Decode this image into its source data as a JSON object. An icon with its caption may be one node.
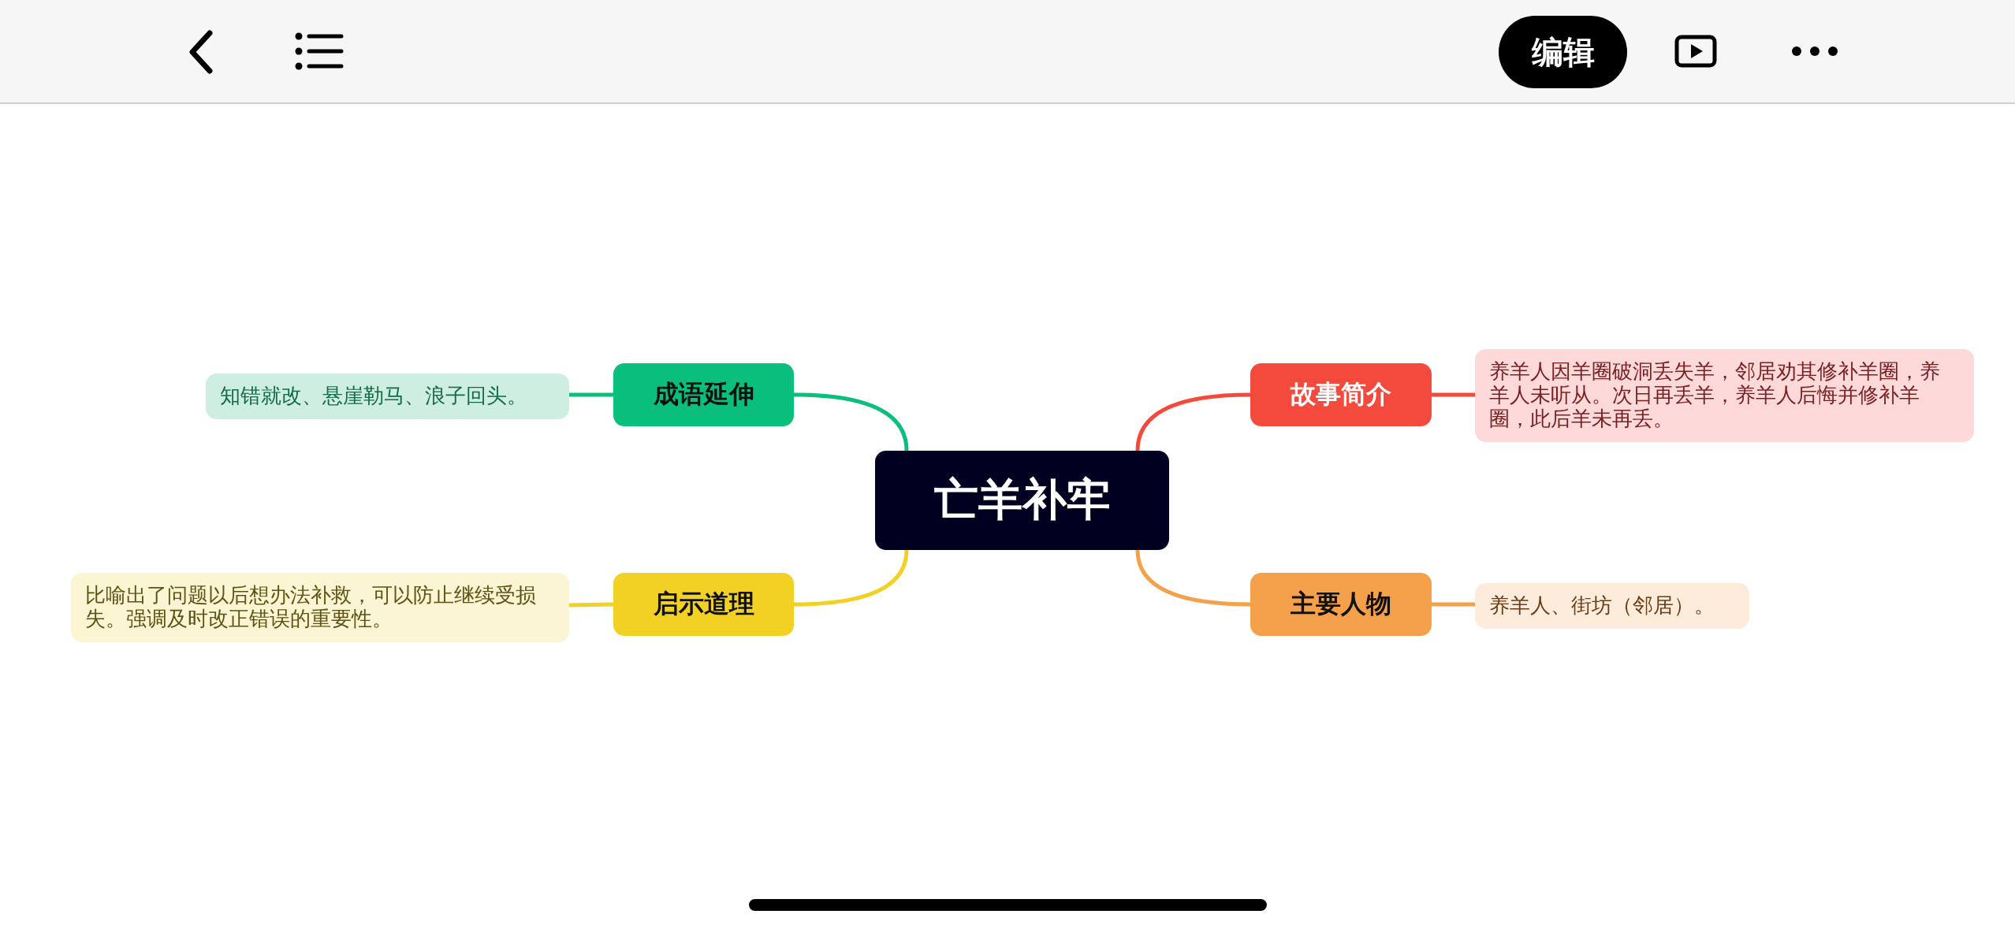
{
  "diagram": {
    "nodes": [
      {
        "text": [
          "亡羊补牢"
        ]
      },
      {
        "text": [
          "故事简介"
        ]
      },
      {
        "text": [
          "养羊人因羊圈破洞丢失羊，邻居劝其修补羊圈，养羊人未听从。次日再丢羊，养羊人后悔并修补羊圈，此后羊未再丢。"
        ]
      },
      {
        "text": [
          "主要人物"
        ]
      },
      {
        "text": [
          "养羊人、街坊（邻居）。"
        ]
      },
      {
        "text": [
          "成语延伸"
        ]
      },
      {
        "text": [
          "知错就改、悬崖勒马、浪子回头。"
        ]
      },
      {
        "text": [
          "启示道理"
        ]
      },
      {
        "text": [
          "比喻出了问题以后想办法补救，可以防止继续受损失。强调及时改正错误的重要性。"
        ]
      }
    ],
    "edges": [
      {
        "from": 0,
        "to": 1,
        "arrow": "none",
        "color": "#f44a3e"
      },
      {
        "from": 1,
        "to": 2,
        "arrow": "none",
        "color": "#f44a3e"
      },
      {
        "from": 0,
        "to": 3,
        "arrow": "none",
        "color": "#f5a04a"
      },
      {
        "from": 3,
        "to": 4,
        "arrow": "none",
        "color": "#f5a04a"
      },
      {
        "from": 0,
        "to": 5,
        "arrow": "none",
        "color": "#0abf7b"
      },
      {
        "from": 5,
        "to": 6,
        "arrow": "none",
        "color": "#0abf7b"
      },
      {
        "from": 0,
        "to": 7,
        "arrow": "none",
        "color": "#f2d024"
      },
      {
        "from": 7,
        "to": 8,
        "arrow": "none",
        "color": "#f2d024"
      }
    ],
    "labels": [
      "编辑"
    ]
  }
}
